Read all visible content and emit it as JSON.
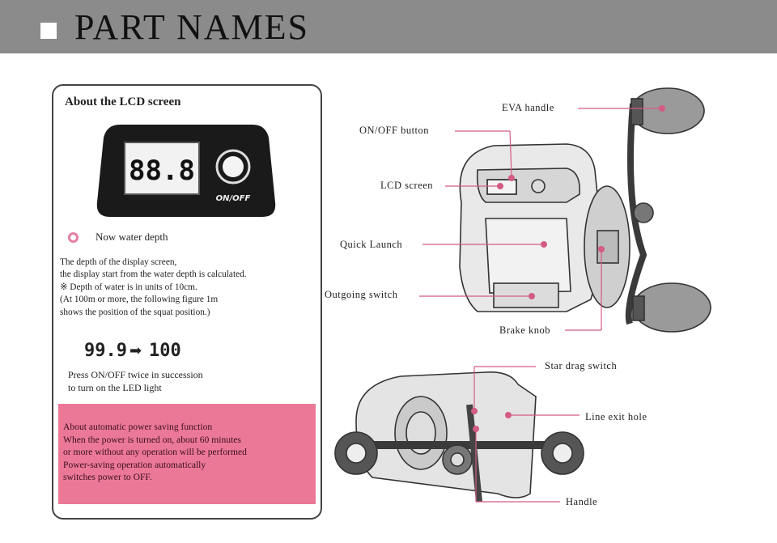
{
  "header": {
    "title": "PART NAMES"
  },
  "lcd_panel": {
    "title": "About the LCD screen",
    "display_digits": "88.8",
    "button_label": "ON/OFF",
    "legend_text": "Now water depth",
    "description_lines": [
      "The depth of the display screen,",
      "the display start from the water depth is calculated.",
      "※ Depth of water is in units of 10cm.",
      "(At 100m or more, the following figure 1m",
      "shows the position of the squat position.)"
    ],
    "example_before": "99.9",
    "example_arrow": "➡",
    "example_after": "100",
    "press_lines": [
      "Press ON/OFF twice in succession",
      "to turn on the LED light"
    ],
    "power_saving_lines": [
      "About automatic power saving function",
      "When the power is turned on, about 60 minutes",
      "or more without any operation will be performed",
      "Power-saving operation automatically",
      "switches power to OFF."
    ]
  },
  "reel_labels": {
    "eva_handle": "EVA handle",
    "on_off_button": "ON/OFF button",
    "lcd_screen": "LCD screen",
    "quick_launch": "Quick Launch",
    "outgoing_switch": "Outgoing switch",
    "brake_knob": "Brake knob",
    "star_drag_switch": "Star drag switch",
    "line_exit_hole": "Line exit hole",
    "handle": "Handle"
  },
  "colors": {
    "banner": "#8b8b8b",
    "accent_pink": "#e57f9f",
    "power_box": "#ec7898",
    "leader_line": "#d45b84"
  }
}
